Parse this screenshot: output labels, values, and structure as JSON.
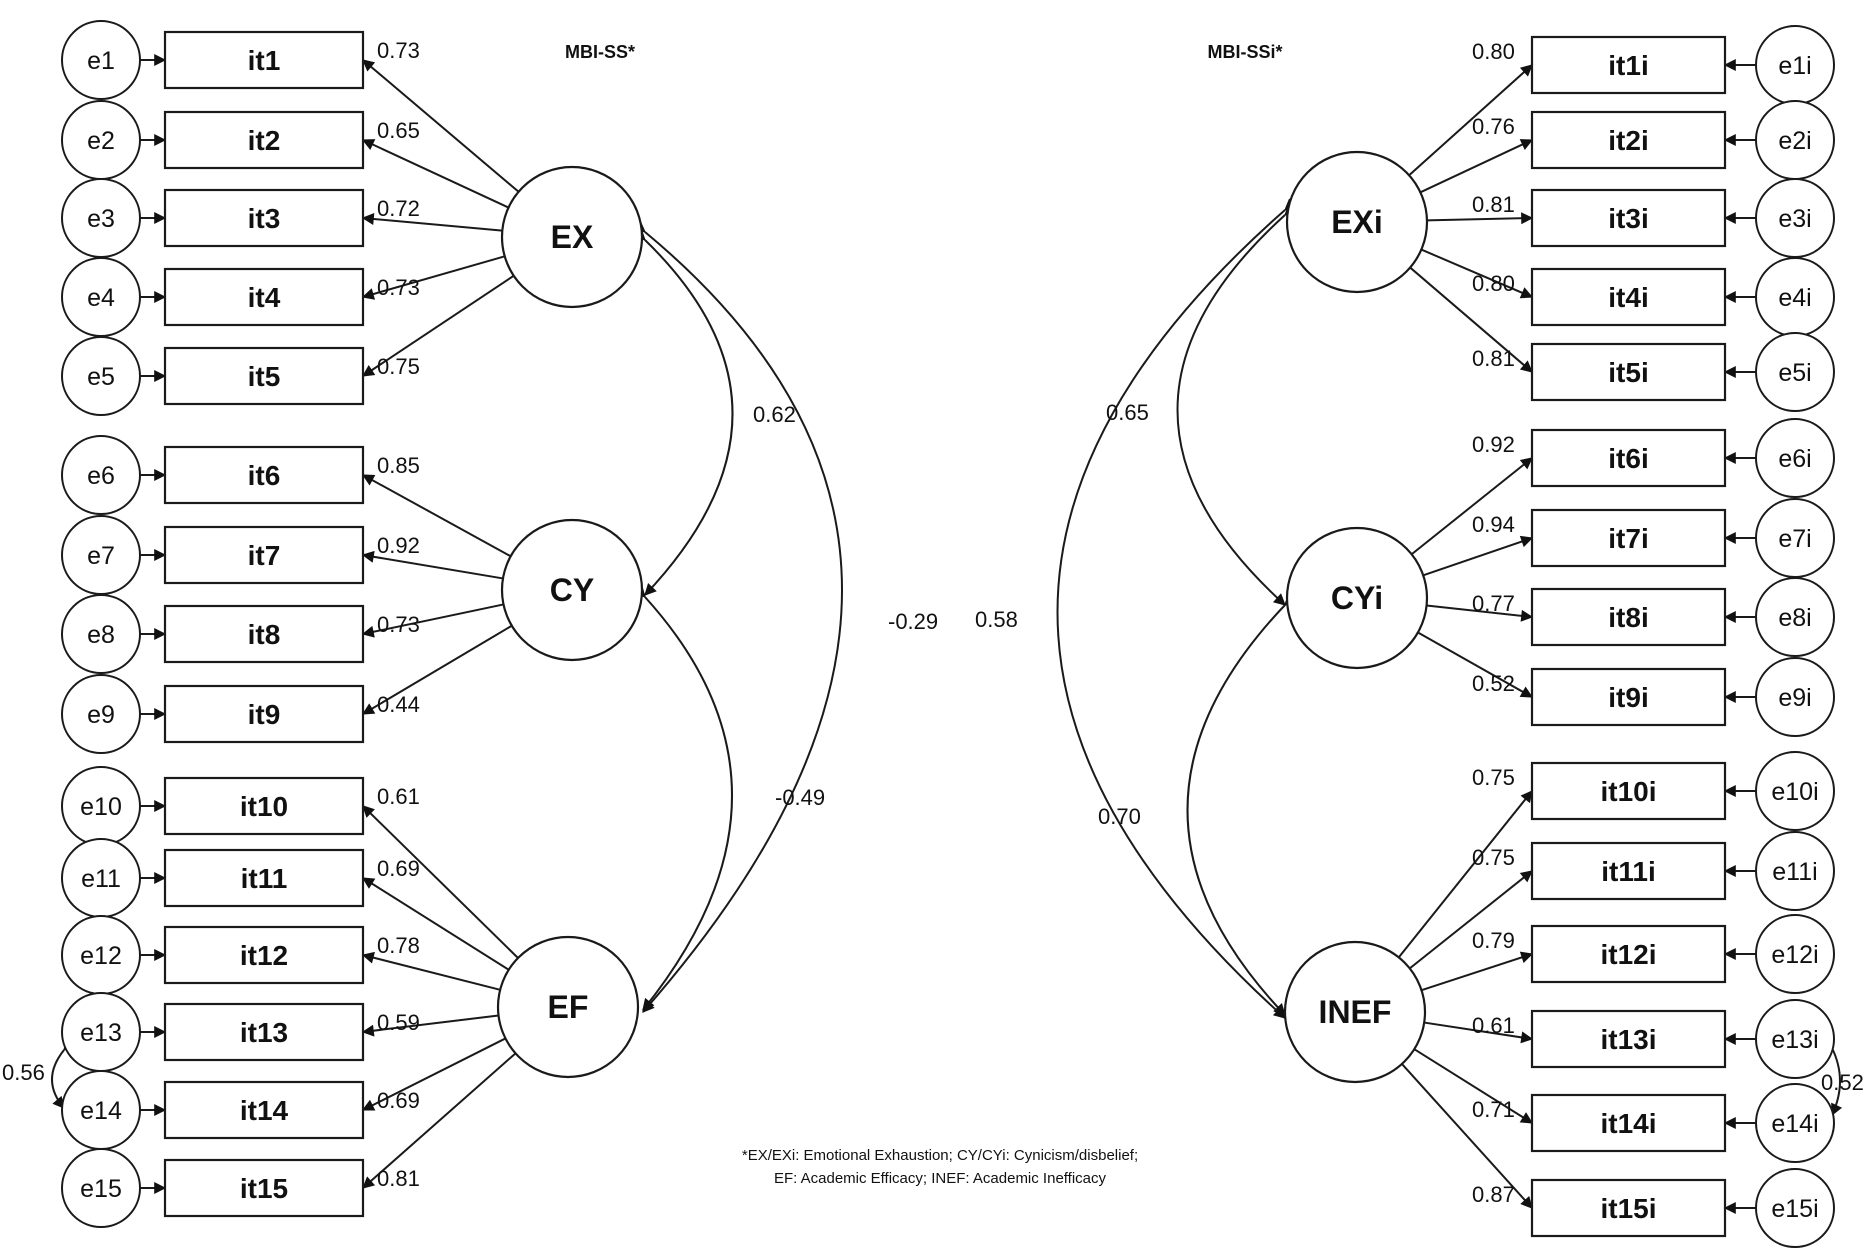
{
  "titles": {
    "left": "MBI-SS*",
    "right": "MBI-SSi*"
  },
  "note": [
    "*EX/EXi: Emotional Exhaustion; CY/CYi: Cynicism/disbelief;",
    "EF: Academic Efficacy; INEF: Academic Inefficacy"
  ],
  "left_model": {
    "latents": [
      "EX",
      "CY",
      "EF"
    ],
    "items": [
      {
        "item": "it1",
        "error": "e1",
        "factor": "EX",
        "loading": "0.73"
      },
      {
        "item": "it2",
        "error": "e2",
        "factor": "EX",
        "loading": "0.65"
      },
      {
        "item": "it3",
        "error": "e3",
        "factor": "EX",
        "loading": "0.72"
      },
      {
        "item": "it4",
        "error": "e4",
        "factor": "EX",
        "loading": "0.73"
      },
      {
        "item": "it5",
        "error": "e5",
        "factor": "EX",
        "loading": "0.75"
      },
      {
        "item": "it6",
        "error": "e6",
        "factor": "CY",
        "loading": "0.85"
      },
      {
        "item": "it7",
        "error": "e7",
        "factor": "CY",
        "loading": "0.92"
      },
      {
        "item": "it8",
        "error": "e8",
        "factor": "CY",
        "loading": "0.73"
      },
      {
        "item": "it9",
        "error": "e9",
        "factor": "CY",
        "loading": "0.44"
      },
      {
        "item": "it10",
        "error": "e10",
        "factor": "EF",
        "loading": "0.61"
      },
      {
        "item": "it11",
        "error": "e11",
        "factor": "EF",
        "loading": "0.69"
      },
      {
        "item": "it12",
        "error": "e12",
        "factor": "EF",
        "loading": "0.78"
      },
      {
        "item": "it13",
        "error": "e13",
        "factor": "EF",
        "loading": "0.59"
      },
      {
        "item": "it14",
        "error": "e14",
        "factor": "EF",
        "loading": "0.69"
      },
      {
        "item": "it15",
        "error": "e15",
        "factor": "EF",
        "loading": "0.81"
      }
    ],
    "factor_correlations": [
      {
        "from": "EX",
        "to": "CY",
        "value": "0.62"
      },
      {
        "from": "CY",
        "to": "EF",
        "value": "-0.49"
      },
      {
        "from": "EX",
        "to": "EF",
        "value": "-0.29"
      }
    ],
    "error_covariance": {
      "from": "e13",
      "to": "e14",
      "value": "0.56"
    }
  },
  "right_model": {
    "latents": [
      "EXi",
      "CYi",
      "INEF"
    ],
    "items": [
      {
        "item": "it1i",
        "error": "e1i",
        "factor": "EXi",
        "loading": "0.80"
      },
      {
        "item": "it2i",
        "error": "e2i",
        "factor": "EXi",
        "loading": "0.76"
      },
      {
        "item": "it3i",
        "error": "e3i",
        "factor": "EXi",
        "loading": "0.81"
      },
      {
        "item": "it4i",
        "error": "e4i",
        "factor": "EXi",
        "loading": "0.80"
      },
      {
        "item": "it5i",
        "error": "e5i",
        "factor": "EXi",
        "loading": "0.81"
      },
      {
        "item": "it6i",
        "error": "e6i",
        "factor": "CYi",
        "loading": "0.92"
      },
      {
        "item": "it7i",
        "error": "e7i",
        "factor": "CYi",
        "loading": "0.94"
      },
      {
        "item": "it8i",
        "error": "e8i",
        "factor": "CYi",
        "loading": "0.77"
      },
      {
        "item": "it9i",
        "error": "e9i",
        "factor": "CYi",
        "loading": "0.52"
      },
      {
        "item": "it10i",
        "error": "e10i",
        "factor": "INEF",
        "loading": "0.75"
      },
      {
        "item": "it11i",
        "error": "e11i",
        "factor": "INEF",
        "loading": "0.75"
      },
      {
        "item": "it12i",
        "error": "e12i",
        "factor": "INEF",
        "loading": "0.79"
      },
      {
        "item": "it13i",
        "error": "e13i",
        "factor": "INEF",
        "loading": "0.61"
      },
      {
        "item": "it14i",
        "error": "e14i",
        "factor": "INEF",
        "loading": "0.71"
      },
      {
        "item": "it15i",
        "error": "e15i",
        "factor": "INEF",
        "loading": "0.87"
      }
    ],
    "factor_correlations": [
      {
        "from": "EXi",
        "to": "CYi",
        "value": "0.65"
      },
      {
        "from": "CYi",
        "to": "INEF",
        "value": "0.70"
      },
      {
        "from": "EXi",
        "to": "INEF",
        "value": "0.58"
      }
    ],
    "error_covariance": {
      "from": "e13i",
      "to": "e14i",
      "value": "0.52"
    }
  }
}
